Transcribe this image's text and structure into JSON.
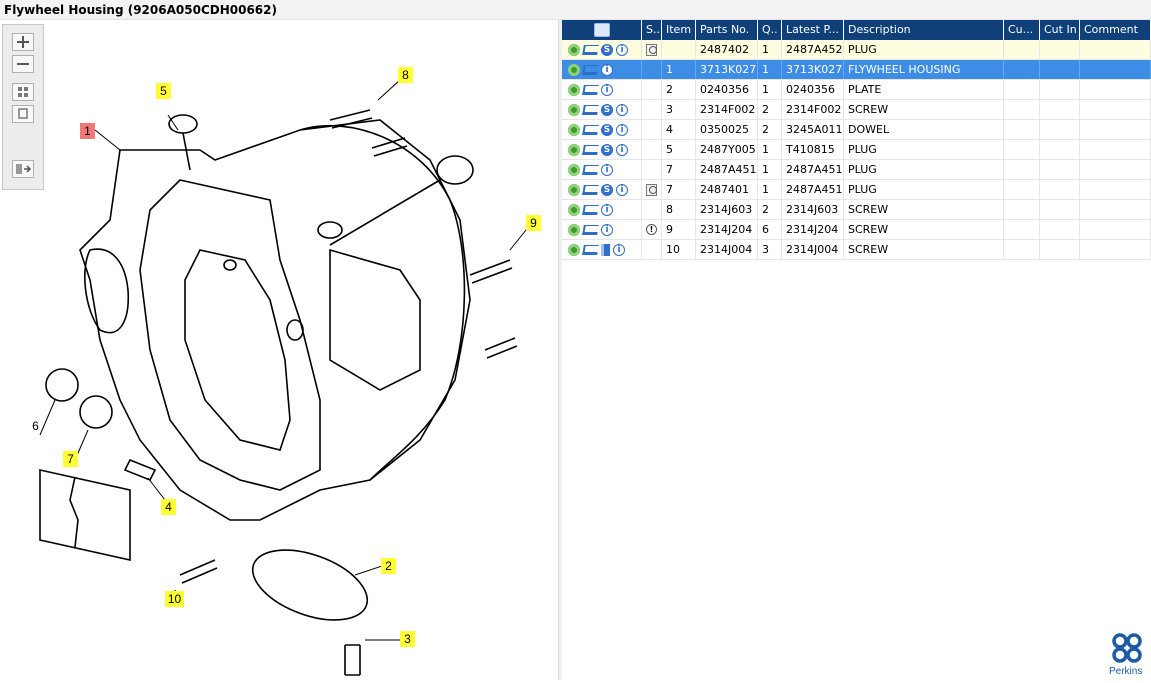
{
  "window": {
    "title": "Flywheel Housing (9206A050CDH00662)"
  },
  "callouts": [
    {
      "label": "1",
      "style": "red"
    },
    {
      "label": "2",
      "style": "yellow"
    },
    {
      "label": "3",
      "style": "yellow"
    },
    {
      "label": "4",
      "style": "yellow"
    },
    {
      "label": "5",
      "style": "yellow"
    },
    {
      "label": "6",
      "style": "plain"
    },
    {
      "label": "7",
      "style": "yellow"
    },
    {
      "label": "8",
      "style": "yellow"
    },
    {
      "label": "9",
      "style": "yellow"
    },
    {
      "label": "10",
      "style": "yellow"
    }
  ],
  "table": {
    "headers": [
      "S..",
      "Item",
      "Parts No.",
      "Q..",
      "Latest P...",
      "Description",
      "Cu...",
      "Cut In",
      "Comment"
    ],
    "rows": [
      {
        "item": "",
        "part": "2487402",
        "qty": "1",
        "latest": "2487A452",
        "desc": "PLUG",
        "icons": [
          "gear",
          "cart",
          "s",
          "i"
        ],
        "extra": "mag",
        "state": "hl"
      },
      {
        "item": "1",
        "part": "3713K027",
        "qty": "1",
        "latest": "3713K027",
        "desc": "FLYWHEEL HOUSING",
        "icons": [
          "gear",
          "cart",
          "i"
        ],
        "extra": "",
        "state": "sel"
      },
      {
        "item": "2",
        "part": "0240356",
        "qty": "1",
        "latest": "0240356",
        "desc": "PLATE",
        "icons": [
          "gear",
          "cart",
          "i"
        ],
        "extra": "",
        "state": ""
      },
      {
        "item": "3",
        "part": "2314F002",
        "qty": "2",
        "latest": "2314F002",
        "desc": "SCREW",
        "icons": [
          "gear",
          "cart",
          "s",
          "i"
        ],
        "extra": "",
        "state": ""
      },
      {
        "item": "4",
        "part": "0350025",
        "qty": "2",
        "latest": "3245A011",
        "desc": "DOWEL",
        "icons": [
          "gear",
          "cart",
          "s",
          "i"
        ],
        "extra": "",
        "state": ""
      },
      {
        "item": "5",
        "part": "2487Y005",
        "qty": "1",
        "latest": "T410815",
        "desc": "PLUG",
        "icons": [
          "gear",
          "cart",
          "s",
          "i"
        ],
        "extra": "",
        "state": ""
      },
      {
        "item": "7",
        "part": "2487A451",
        "qty": "1",
        "latest": "2487A451",
        "desc": "PLUG",
        "icons": [
          "gear",
          "cart",
          "i"
        ],
        "extra": "",
        "state": ""
      },
      {
        "item": "7",
        "part": "2487401",
        "qty": "1",
        "latest": "2487A451",
        "desc": "PLUG",
        "icons": [
          "gear",
          "cart",
          "s",
          "i"
        ],
        "extra": "mag",
        "state": ""
      },
      {
        "item": "8",
        "part": "2314J603",
        "qty": "2",
        "latest": "2314J603",
        "desc": "SCREW",
        "icons": [
          "gear",
          "cart",
          "i"
        ],
        "extra": "",
        "state": ""
      },
      {
        "item": "9",
        "part": "2314J204",
        "qty": "6",
        "latest": "2314J204",
        "desc": "SCREW",
        "icons": [
          "gear",
          "cart",
          "i"
        ],
        "extra": "bubble",
        "state": ""
      },
      {
        "item": "10",
        "part": "2314J004",
        "qty": "3",
        "latest": "2314J004",
        "desc": "SCREW",
        "icons": [
          "gear",
          "cart",
          "book",
          "i"
        ],
        "extra": "",
        "state": ""
      }
    ]
  },
  "brand": {
    "name": "Perkins",
    "color": "#1d5aa8"
  },
  "colors": {
    "header": "#10407a",
    "selected": "#3d8de6",
    "highlight": "#fffde0",
    "callout": "#ffff33"
  }
}
